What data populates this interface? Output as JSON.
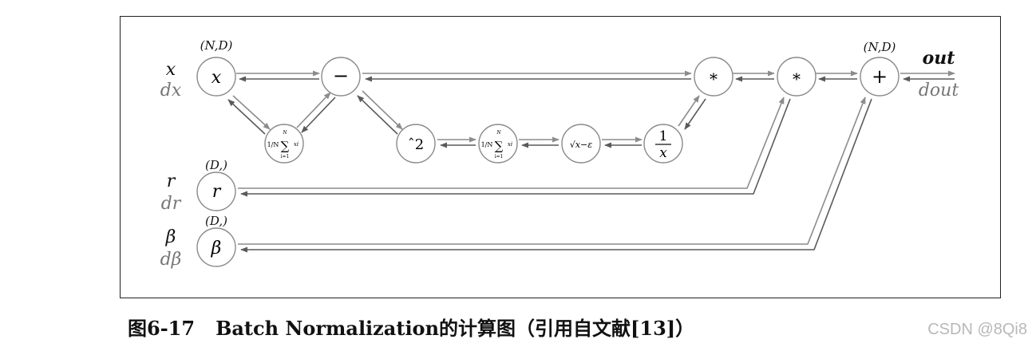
{
  "caption": {
    "figure_number": "图6-17",
    "text": "Batch Normalization的计算图（引用自文献[13]）"
  },
  "watermark": "CSDN @8Qi8",
  "nodes": {
    "x": "x",
    "minus": "−",
    "sum1_frac": "1/N",
    "sum1_sigma": "∑",
    "sum1_top": "N",
    "sum1_bottom": "i=1",
    "sum1_var": "xi",
    "square": "ˆ2",
    "sum2_frac": "1/N",
    "sum2_sigma": "∑",
    "sum2_top": "N",
    "sum2_bottom": "i=1",
    "sum2_var": "xi",
    "sqrt": "√x−ε",
    "recip_num": "1",
    "recip_den": "x",
    "mul1": "*",
    "mul2": "*",
    "plus": "+",
    "r": "r",
    "beta": "β"
  },
  "labels": {
    "x_shape": "(N,D)",
    "out_shape": "(N,D)",
    "r_shape": "(D,)",
    "beta_shape": "(D,)",
    "x_fwd": "x",
    "x_bwd": "dx",
    "r_fwd": "r",
    "r_bwd": "dr",
    "beta_fwd": "β",
    "beta_bwd": "dβ",
    "out": "out",
    "dout": "dout"
  },
  "colors": {
    "forward_arrow": "#8c8c8c",
    "backward_arrow": "#5a5a5a",
    "node_stroke": "#8a8a8a",
    "text": "#111111"
  }
}
